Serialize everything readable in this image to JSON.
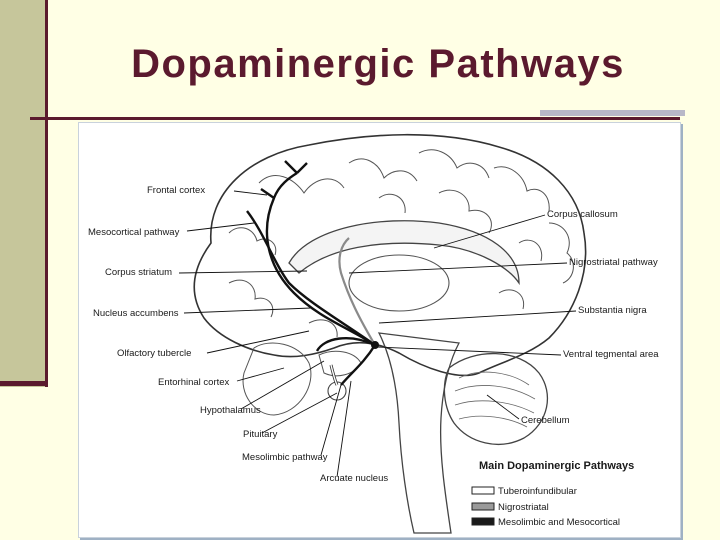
{
  "slide": {
    "title": "Dopaminergic Pathways"
  },
  "figure": {
    "labels_left": {
      "frontal_cortex": "Frontal cortex",
      "mesocortical_pathway": "Mesocortical pathway",
      "corpus_striatum": "Corpus striatum",
      "nucleus_accumbens": "Nucleus accumbens",
      "olfactory_tubercle": "Olfactory tubercle",
      "entorhinal_cortex": "Entorhinal cortex",
      "hypothalamus": "Hypothalamus",
      "pituitary": "Pituitary",
      "mesolimbic_pathway": "Mesolimbic pathway",
      "arcuate_nucleus": "Arcuate nucleus"
    },
    "labels_right": {
      "corpus_callosum": "Corpus callosum",
      "nigrostriatal_pathway": "Nigrostriatal pathway",
      "substantia_nigra": "Substantia nigra",
      "ventral_tegmental_area": "Ventral tegmental area",
      "cerebellum": "Cerebellum"
    },
    "legend": {
      "title": "Main Dopaminergic Pathways",
      "items": [
        {
          "label": "Tuberoinfundibular",
          "fill": "#ffffff"
        },
        {
          "label": "Nigrostriatal",
          "fill": "#9a9a9a"
        },
        {
          "label": "Mesolimbic and Mesocortical",
          "fill": "#1a1a1a"
        }
      ]
    }
  }
}
